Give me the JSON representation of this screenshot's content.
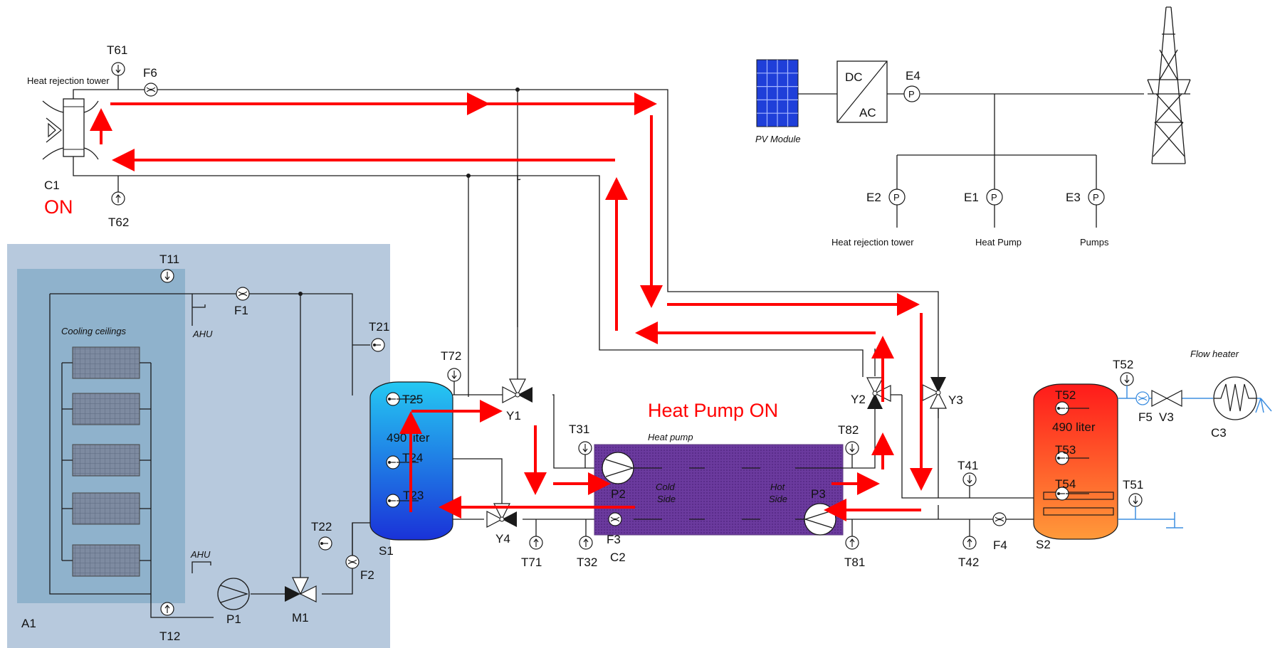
{
  "colors": {
    "flow_arrow": "#ff0000",
    "building_zone": "#b7c9dd",
    "ceiling_zone": "#8fb2cc",
    "cold_tank_top": "#25c8f2",
    "cold_tank_bottom": "#1a32d8",
    "hot_tank_top": "#ff1a1a",
    "hot_tank_bottom": "#ff9a3a",
    "heat_pump_fill": "#6b3a9e",
    "pv_panel": "#1f3fd9",
    "domestic_line": "#3f8fe0"
  },
  "status": {
    "tower": "ON",
    "heat_pump": "Heat Pump ON"
  },
  "components": {
    "heat_rejection_tower": "Heat rejection tower",
    "c1": "C1",
    "pv_module": "PV Module",
    "dc": "DC",
    "ac": "AC",
    "cooling_ceilings": "Cooling ceilings",
    "ahu": "AHU",
    "a1": "A1",
    "s1": "S1",
    "s2": "S2",
    "c2": "C2",
    "c3": "C3",
    "heat_pump": "Heat pump",
    "cold_side_1": "Cold",
    "cold_side_2": "Side",
    "hot_side_1": "Hot",
    "hot_side_2": "Side",
    "tank_volume": "490 liter",
    "flow_heater": "Flow heater",
    "meter_symbol": "P"
  },
  "meters": {
    "e1": "E1",
    "e2": "E2",
    "e3": "E3",
    "e4": "E4",
    "e1_label": "Heat Pump",
    "e2_label": "Heat rejection tower",
    "e3_label": "Pumps"
  },
  "sensors": {
    "t11": "T11",
    "t12": "T12",
    "t21": "T21",
    "t22": "T22",
    "t23": "T23",
    "t24": "T24",
    "t25": "T25",
    "t31": "T31",
    "t32": "T32",
    "t41": "T41",
    "t42": "T42",
    "t51": "T51",
    "t52": "T52",
    "t53": "T53",
    "t54": "T54",
    "t61": "T61",
    "t62": "T62",
    "t71": "T71",
    "t72": "T72",
    "t81": "T81",
    "t82": "T82"
  },
  "valves": {
    "y1": "Y1",
    "y2": "Y2",
    "y3": "Y3",
    "y4": "Y4",
    "m1": "M1",
    "v3": "V3"
  },
  "pumps": {
    "p1": "P1",
    "p2": "P2",
    "p3": "P3"
  },
  "flowmeters": {
    "f1": "F1",
    "f2": "F2",
    "f3": "F3",
    "f4": "F4",
    "f5": "F5",
    "f6": "F6"
  }
}
